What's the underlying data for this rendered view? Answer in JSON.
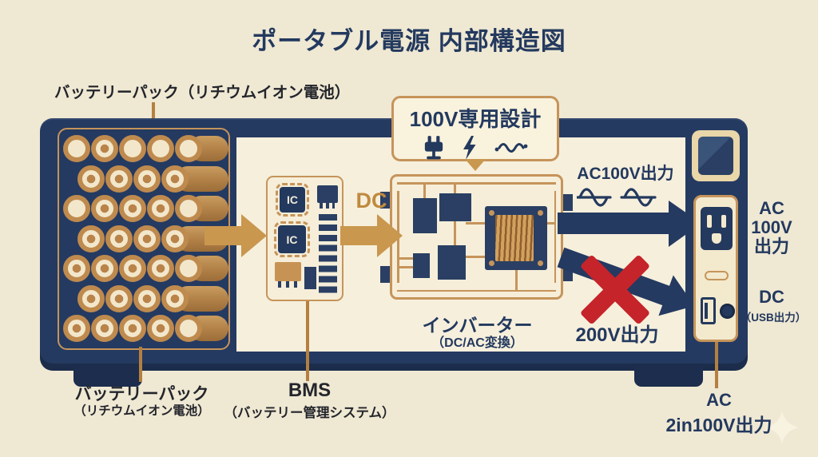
{
  "title": "ポータブル電源 内部構造図",
  "labels": {
    "battery_top": "バッテリーパック（リチウムイオン電池）",
    "battery_bottom": {
      "main": "バッテリーパック",
      "sub": "（リチウムイオン電池）"
    },
    "bms": {
      "main": "BMS",
      "sub": "（バッテリー管理システム）"
    },
    "inverter": {
      "main": "インバーター",
      "sub": "（DC/AC変換）"
    },
    "design_box": "100V専用設計",
    "dc_flow": "DC",
    "ac100_arrow": "AC100V出力",
    "v200_blocked": "200V出力",
    "ac_right": {
      "line1": "AC",
      "line2": "100V",
      "line3": "出力"
    },
    "dc_right": {
      "main": "DC",
      "sub": "（USB出力）"
    },
    "ac_bottom": {
      "line1": "AC",
      "line2": "2in100V出力"
    }
  },
  "bms": {
    "ic1": "IC",
    "ic2": "IC"
  },
  "battery": {
    "cell_rows": [
      {
        "cells": [
          "plain",
          "ring",
          "plain",
          "plain",
          "plain"
        ]
      },
      {
        "cells": [
          "ring",
          "ring",
          "ring",
          "ring"
        ]
      },
      {
        "cells": [
          "plain",
          "ring",
          "ring",
          "ring",
          "plain"
        ]
      },
      {
        "cells": [
          "ring",
          "ring",
          "ring",
          "ring"
        ]
      },
      {
        "cells": [
          "ring",
          "ring",
          "ring",
          "ring",
          "plain"
        ]
      },
      {
        "cells": [
          "ring",
          "ring",
          "ring",
          "ring"
        ]
      },
      {
        "cells": [
          "ring",
          "ring",
          "ring",
          "ring",
          "plain"
        ]
      }
    ]
  },
  "icons": {
    "design_box": [
      "power-plug-icon",
      "lightning-bolt-icon",
      "sine-wave-icon"
    ],
    "ac_output": "double-sine-wave-icon",
    "blocked": "red-x-icon",
    "decoration": "sparkle-icon"
  },
  "colors": {
    "navy": "#243a61",
    "navy_dark": "#1c2d4d",
    "tan": "#c6945a",
    "tan_arrow": "#c9974e",
    "background": "#efe8d3",
    "interior_cream": "#f6efdc",
    "board_cream": "#f6eed9",
    "cell_cream": "#f2e7cb",
    "cell_ring": "#bf8a4e",
    "red": "#c5242a",
    "text_navy": "#23395e",
    "text_dark": "#23252b"
  }
}
